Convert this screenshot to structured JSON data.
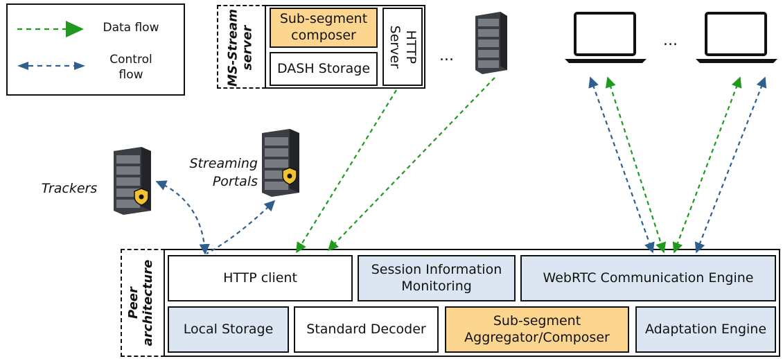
{
  "legend": {
    "data_flow": "Data flow",
    "control_flow": "Control\nflow"
  },
  "ms_stream": {
    "side_label": "MS-Stream\nserver",
    "sub_segment_composer": "Sub-segment\ncomposer",
    "dash_storage": "DASH Storage",
    "http_server": "HTTP\nServer"
  },
  "ellipsis": "...",
  "labels": {
    "trackers": "Trackers",
    "streaming_portals": "Streaming\nPortals"
  },
  "peer": {
    "side_label": "Peer\narchitecture",
    "http_client": "HTTP client",
    "session_monitoring": "Session Information\nMonitoring",
    "webrtc_engine": "WebRTC Communication Engine",
    "local_storage": "Local Storage",
    "standard_decoder": "Standard Decoder",
    "aggregator": "Sub-segment\nAggregator/Composer",
    "adaptation_engine": "Adaptation Engine"
  },
  "colors": {
    "data_flow": "#1f9a1f",
    "control_flow": "#2f5f8f",
    "blue_box": "#dbe6f2",
    "orange_box": "#fcd58e"
  },
  "icons": [
    "server-icon",
    "tracker-server-icon",
    "portal-server-icon",
    "laptop-icon"
  ]
}
